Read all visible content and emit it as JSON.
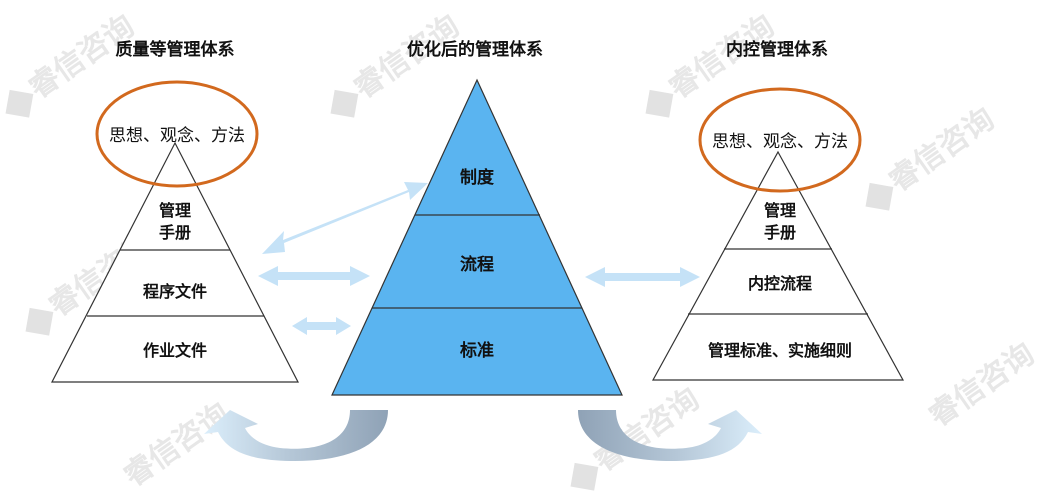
{
  "left": {
    "title": "质量等管理体系",
    "oval": "思想、观念、方法",
    "tier1_line1": "管理",
    "tier1_line2": "手册",
    "tier2": "程序文件",
    "tier3": "作业文件"
  },
  "center": {
    "title": "优化后的管理体系",
    "tier1": "制度",
    "tier2": "流程",
    "tier3": "标准"
  },
  "right": {
    "title": "内控管理体系",
    "oval": "思想、观念、方法",
    "tier1_line1": "管理",
    "tier1_line2": "手册",
    "tier2": "内控流程",
    "tier3": "管理标准、实施细则"
  },
  "watermark": "睿信咨询",
  "colors": {
    "pyramid_fill": "#5ab4f0",
    "oval_stroke": "#d2691e",
    "arrow_light": "#c5e2f7",
    "curve_dark": "#8fa2b6"
  }
}
